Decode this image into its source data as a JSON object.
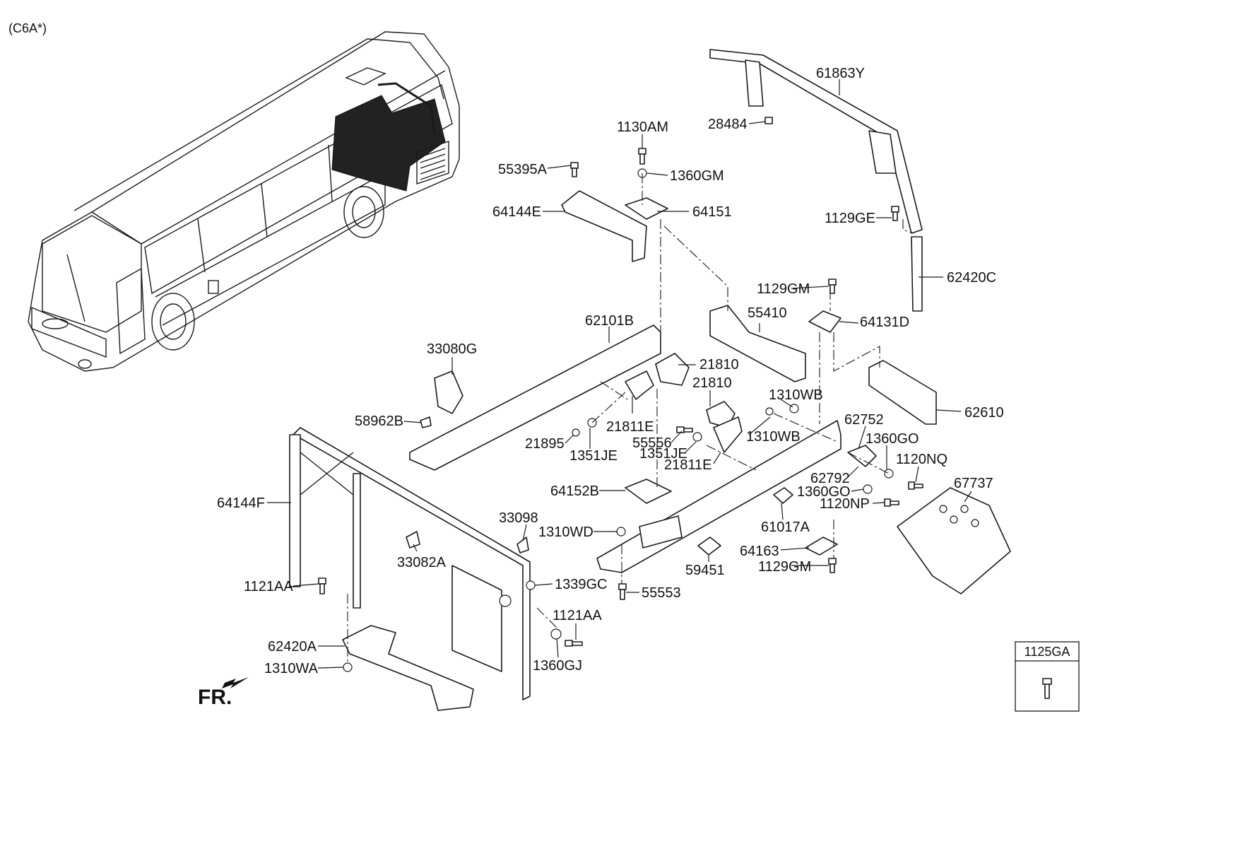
{
  "header": {
    "variant_code": "(C6A*)"
  },
  "direction_marker": {
    "text": "FR."
  },
  "legend_box": {
    "part_number": "1125GA",
    "icon": "bolt-icon"
  },
  "callouts": [
    "61863Y",
    "28484",
    "1129GE",
    "62420C",
    "1130AM",
    "55395A",
    "1360GM",
    "64144E",
    "64151",
    "1129GM",
    "55410",
    "64131D",
    "62610",
    "62101B",
    "33080G",
    "21810",
    "21810",
    "58962B",
    "21811E",
    "21895",
    "1351JE",
    "55556",
    "1351JE",
    "21811E",
    "1310WB",
    "1310WB",
    "62752",
    "1360GO",
    "1120NQ",
    "62792",
    "1360GO",
    "1120NP",
    "67737",
    "64152B",
    "64144F",
    "33098",
    "1310WD",
    "61017A",
    "33082A",
    "64163",
    "1129GM",
    "59451",
    "1121AA",
    "1339GC",
    "55553",
    "1121AA",
    "62420A",
    "1310WA",
    "1360GJ"
  ]
}
